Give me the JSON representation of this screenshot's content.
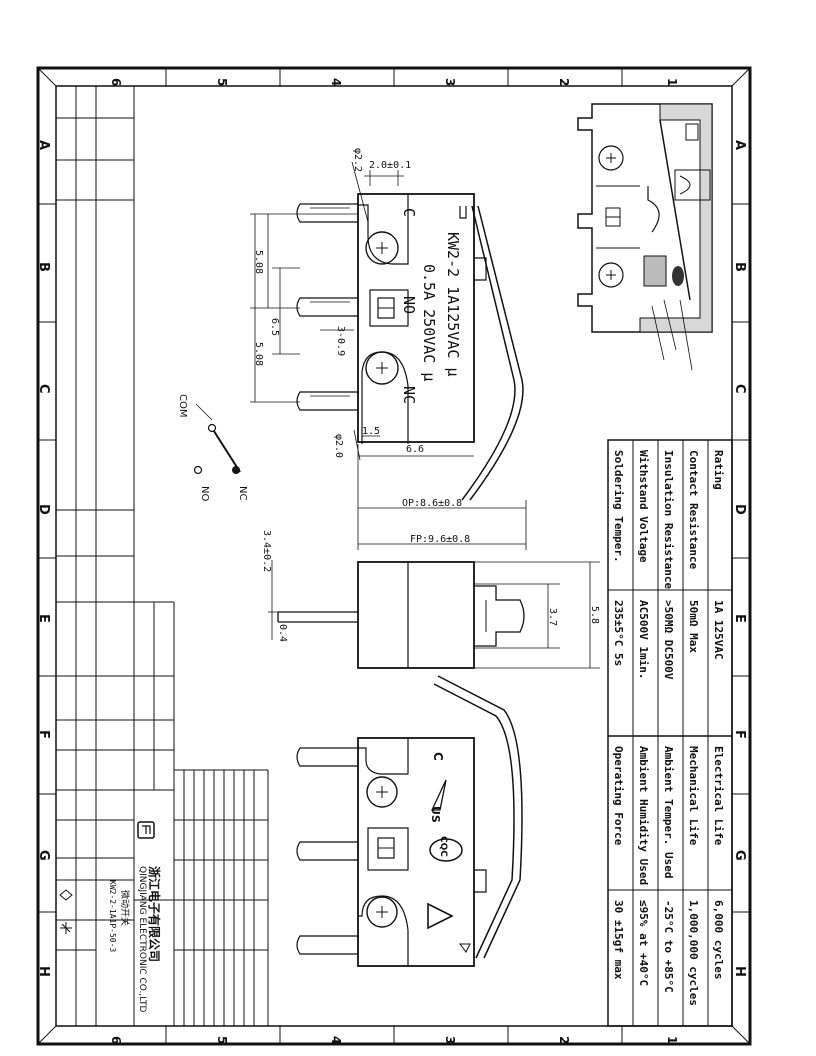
{
  "frame": {
    "zone_numbers": [
      "1",
      "2",
      "3",
      "4",
      "5",
      "6"
    ],
    "zone_letters": [
      "A",
      "B",
      "C",
      "D",
      "E",
      "F",
      "G",
      "H"
    ]
  },
  "switch_front": {
    "model_text": "KW2-2 1A125VAC μ",
    "rating_text": "0.5A 250VAC μ",
    "label_c": "C",
    "label_no": "NO",
    "label_nc": "NC"
  },
  "dimensions": {
    "pin_dia": "φ2.2",
    "pin_width": "2.0±0.1",
    "pitch_a": "5.08",
    "pitch_b": "5.08",
    "span": "6.5",
    "pin_thick": "3-0.9",
    "hole": "φ2.0",
    "edge": "1.5",
    "lever": "6.6",
    "op": "OP:8.6±0.8",
    "fp": "FP:9.6±0.8",
    "side_offset": "3.4±0.2",
    "side_thick": "0.4",
    "actuator_w": "3.7",
    "body_h": "5.8"
  },
  "schematic": {
    "com": "COM",
    "nc": "NC",
    "no": "NO"
  },
  "spec_table": {
    "left": [
      {
        "label": "Rating",
        "value": "1A 125VAC"
      },
      {
        "label": "Contact Resistance",
        "value": "50mΩ Max"
      },
      {
        "label": "Insulation Resistance",
        "value": ">50MΩ DC500V"
      },
      {
        "label": "Withstand Voltage",
        "value": "AC500V 1min."
      },
      {
        "label": "Soldering Temper.",
        "value": "235±5°C 5s"
      }
    ],
    "right": [
      {
        "label": "Electrical Life",
        "value": "6,000 cycles"
      },
      {
        "label": "Mechanical Life",
        "value": "1,000,000 cycles"
      },
      {
        "label": "Ambient Temper. Used",
        "value": "-25°C to +85°C"
      },
      {
        "label": "Ambient Humidity Used",
        "value": "≤95% at +40°C"
      },
      {
        "label": "Operating Force",
        "value": "30 ±15gf max"
      }
    ]
  },
  "cert_marks": {
    "us": "US",
    "cqc": "CQC",
    "c": "C"
  },
  "title_block": {
    "company_cn": "浙江电子有限公司",
    "company_en": "QINGJIANG ELECTRONIC CO.,LTD",
    "part_no": "KW2-2-1A1P-50-3",
    "part_name_cn": "微动开关"
  }
}
